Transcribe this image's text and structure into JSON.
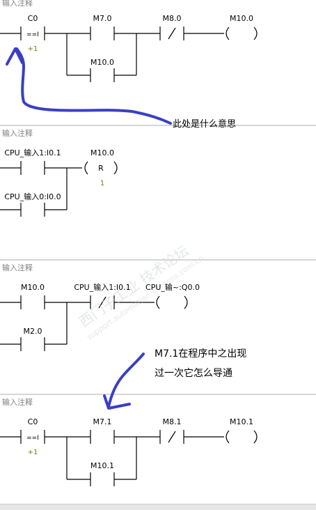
{
  "networks": [
    {
      "title": "输入注释",
      "cmp_operand": "C0",
      "cmp_op": "==I",
      "cmp_value": "+1",
      "contact_1": "M7.0",
      "contact_parallel": "M10.0",
      "contact_negated": "M8.0",
      "coil": "M10.0"
    },
    {
      "title": "输入注释",
      "contact_1": "CPU_输入1:I0.1",
      "contact_2": "CPU_输入0:I0.0",
      "coil": "M10.0",
      "coil_type": "R",
      "coil_value": "1"
    },
    {
      "title": "输入注释",
      "contact_1": "M10.0",
      "contact_2": "M2.0",
      "contact_negated": "CPU_输入1:I0.1",
      "coil": "CPU_输~:Q0.0"
    },
    {
      "title": "输入注释",
      "cmp_operand": "C0",
      "cmp_op": "==I",
      "cmp_value": "+1",
      "contact_1": "M7.1",
      "contact_parallel": "M10.1",
      "contact_negated": "M8.1",
      "coil": "M10.1"
    }
  ],
  "annotations": {
    "question_1": "此处是什么意思",
    "question_2_line1": "M7.1在程序中之出现",
    "question_2_line2": "过一次它怎么导通"
  },
  "watermark": {
    "line1": "西门子工业  技术论坛",
    "line2": "support.automation.siemens.com.cn"
  },
  "colors": {
    "annotation_ink": "#3a3fc4",
    "value_text": "#7a7a00",
    "header_line": "#d6d6d6"
  }
}
